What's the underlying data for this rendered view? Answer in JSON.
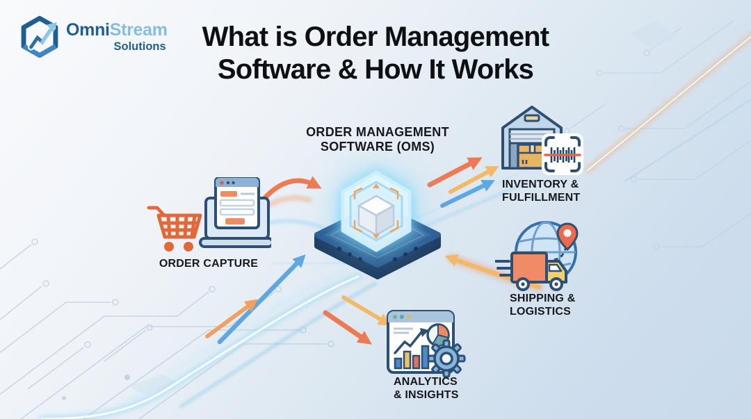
{
  "logo": {
    "brand_primary": "Omni",
    "brand_secondary": "Stream",
    "brand_subtitle": "Solutions",
    "icon": "hexagon-growth-arrow-icon"
  },
  "title": {
    "line1": "What is Order Management",
    "line2": "Software & How It Works"
  },
  "hub": {
    "line1": "ORDER MANAGEMENT",
    "line2": "SOFTWARE (OMS)",
    "icon": "oms-cube-chip-icon"
  },
  "nodes": {
    "order_capture": {
      "label": "ORDER CAPTURE",
      "icons": [
        "shopping-cart-icon",
        "laptop-order-form-icon"
      ]
    },
    "inventory": {
      "line1": "INVENTORY &",
      "line2": "FULFILLMENT",
      "icons": [
        "warehouse-box-icon",
        "barcode-scan-icon"
      ]
    },
    "shipping": {
      "line1": "SHIPPING &",
      "line2": "LOGISTICS",
      "icons": [
        "globe-route-icon",
        "location-pin-icon",
        "delivery-truck-icon"
      ]
    },
    "analytics": {
      "line1": "ANALYTICS",
      "line2": "& INSIGHTS",
      "icons": [
        "analytics-dashboard-icon",
        "gear-icon"
      ]
    }
  },
  "colors": {
    "background_start": "#f9fafc",
    "background_end": "#c9daea",
    "title_text": "#0d0f13",
    "label_text": "#16181d",
    "logo_dark_blue": "#1f5d93",
    "logo_light_blue": "#85bedd",
    "arrow_orange": "#ee7a54",
    "arrow_yellow": "#f3b968",
    "arrow_blue": "#5fa7e0",
    "stream_cyan": "#8fd4f4",
    "chip_blue": "#2f6096",
    "icon_outline": "#2e4f74",
    "icon_orange": "#f08a63"
  }
}
